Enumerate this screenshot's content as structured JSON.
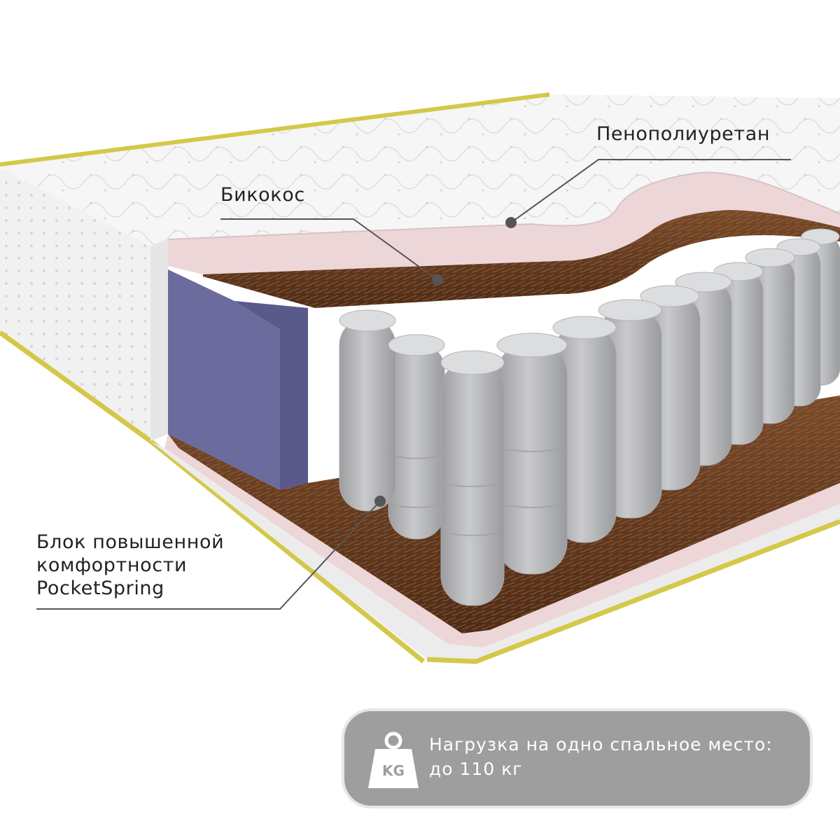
{
  "labels": {
    "foam": "Пенополиуретан",
    "coconut": "Бикокос",
    "block_line1": "Блок повышенной",
    "block_line2": "комфортности",
    "block_line3": "PocketSpring"
  },
  "load_badge": {
    "icon": "weight-kg-icon",
    "icon_text": "KG",
    "line1": "Нагрузка на одно спальное место:",
    "line2": "до 110 кг"
  },
  "colors": {
    "cover": "#f4f4f4",
    "piping": "#d4c84a",
    "foam_pink": "#edd6d8",
    "coconut": "#6d4226",
    "perimeter_foam": "#6b6b9d",
    "springs": "#b9babc",
    "badge": "#9e9e9e"
  }
}
